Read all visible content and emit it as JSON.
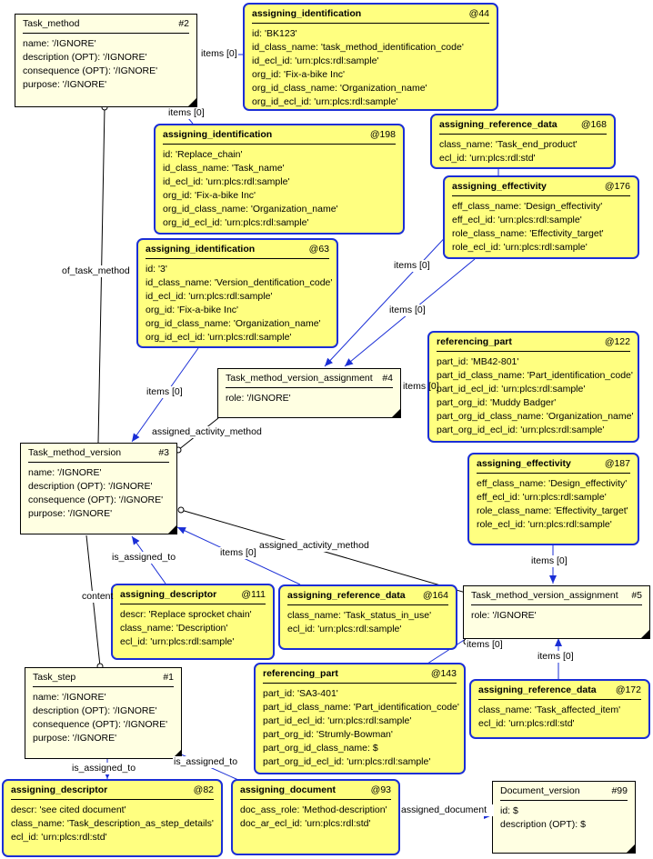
{
  "entities": [
    {
      "key": "tm",
      "name": "Task_method",
      "num": "#2",
      "rows": [
        "name: '/IGNORE'",
        "description (OPT): '/IGNORE'",
        "consequence (OPT): '/IGNORE'",
        "purpose: '/IGNORE'"
      ]
    },
    {
      "key": "tmv",
      "name": "Task_method_version",
      "num": "#3",
      "rows": [
        "name: '/IGNORE'",
        "description (OPT): '/IGNORE'",
        "consequence (OPT): '/IGNORE'",
        "purpose: '/IGNORE'"
      ]
    },
    {
      "key": "tmva4",
      "name": "Task_method_version_assignment",
      "num": "#4",
      "rows": [
        "role: '/IGNORE'"
      ]
    },
    {
      "key": "tmva5",
      "name": "Task_method_version_assignment",
      "num": "#5",
      "rows": [
        "role: '/IGNORE'"
      ]
    },
    {
      "key": "ts",
      "name": "Task_step",
      "num": "#1",
      "rows": [
        "name: '/IGNORE'",
        "description (OPT): '/IGNORE'",
        "consequence (OPT): '/IGNORE'",
        "purpose: '/IGNORE'"
      ]
    },
    {
      "key": "dv",
      "name": "Document_version",
      "num": "#99",
      "rows": [
        "id: $",
        "description (OPT): $"
      ]
    }
  ],
  "instances": [
    {
      "key": "ai44",
      "name": "assigning_identification",
      "num": "@44",
      "rows": [
        "id: 'BK123'",
        "id_class_name: 'task_method_identification_code'",
        "id_ecl_id: 'urn:plcs:rdl:sample'",
        "org_id: 'Fix-a-bike Inc'",
        "org_id_class_name: 'Organization_name'",
        "org_id_ecl_id: 'urn:plcs:rdl:sample'"
      ]
    },
    {
      "key": "ard168",
      "name": "assigning_reference_data",
      "num": "@168",
      "rows": [
        "class_name: 'Task_end_product'",
        "ecl_id: 'urn:plcs:rdl:std'"
      ]
    },
    {
      "key": "ai198",
      "name": "assigning_identification",
      "num": "@198",
      "rows": [
        "id: 'Replace_chain'",
        "id_class_name: 'Task_name'",
        "id_ecl_id: 'urn:plcs:rdl:sample'",
        "org_id: 'Fix-a-bike Inc'",
        "org_id_class_name: 'Organization_name'",
        "org_id_ecl_id: 'urn:plcs:rdl:sample'"
      ]
    },
    {
      "key": "ae176",
      "name": "assigning_effectivity",
      "num": "@176",
      "rows": [
        "eff_class_name: 'Design_effectivity'",
        "eff_ecl_id: 'urn:plcs:rdl:sample'",
        "role_class_name: 'Effectivity_target'",
        "role_ecl_id: 'urn:plcs:rdl:sample'"
      ]
    },
    {
      "key": "ai63",
      "name": "assigning_identification",
      "num": "@63",
      "rows": [
        "id: '3'",
        "id_class_name: 'Version_dentification_code'",
        "id_ecl_id: 'urn:plcs:rdl:sample'",
        "org_id: 'Fix-a-bike Inc'",
        "org_id_class_name: 'Organization_name'",
        "org_id_ecl_id: 'urn:plcs:rdl:sample'"
      ]
    },
    {
      "key": "rp122",
      "name": "referencing_part",
      "num": "@122",
      "rows": [
        "part_id: 'MB42-801'",
        "part_id_class_name: 'Part_identification_code'",
        "part_id_ecl_id: 'urn:plcs:rdl:sample'",
        "part_org_id: 'Muddy Badger'",
        "part_org_id_class_name: 'Organization_name'",
        "part_org_id_ecl_id: 'urn:plcs:rdl:sample'"
      ]
    },
    {
      "key": "ae187",
      "name": "assigning_effectivity",
      "num": "@187",
      "rows": [
        "eff_class_name: 'Design_effectivity'",
        "eff_ecl_id: 'urn:plcs:rdl:sample'",
        "role_class_name: 'Effectivity_target'",
        "role_ecl_id: 'urn:plcs:rdl:sample'"
      ]
    },
    {
      "key": "ad111",
      "name": "assigning_descriptor",
      "num": "@111",
      "rows": [
        "descr: 'Replace sprocket chain'",
        "class_name: 'Description'",
        "ecl_id: 'urn:plcs:rdl:sample'"
      ]
    },
    {
      "key": "ard164",
      "name": "assigning_reference_data",
      "num": "@164",
      "rows": [
        "class_name: 'Task_status_in_use'",
        "ecl_id: 'urn:plcs:rdl:sample'"
      ]
    },
    {
      "key": "rp143",
      "name": "referencing_part",
      "num": "@143",
      "rows": [
        "part_id: 'SA3-401'",
        "part_id_class_name: 'Part_identification_code'",
        "part_id_ecl_id: 'urn:plcs:rdl:sample'",
        "part_org_id: 'Strumly-Bowman'",
        "part_org_id_class_name: $",
        "part_org_id_ecl_id: 'urn:plcs:rdl:sample'"
      ]
    },
    {
      "key": "ard172",
      "name": "assigning_reference_data",
      "num": "@172",
      "rows": [
        "class_name: 'Task_affected_item'",
        "ecl_id: 'urn:plcs:rdl:std'"
      ]
    },
    {
      "key": "ad82",
      "name": "assigning_descriptor",
      "num": "@82",
      "rows": [
        "descr: 'see cited document'",
        "class_name: 'Task_description_as_step_details'",
        "ecl_id: 'urn:plcs:rdl:std'"
      ]
    },
    {
      "key": "adoc93",
      "name": "assigning_document",
      "num": "@93",
      "rows": [
        "doc_ass_role: 'Method-description'",
        "doc_ar_ecl_id: 'urn:plcs:rdl:std'"
      ]
    }
  ],
  "labels": {
    "items_tm_1": "items [0]",
    "items_tm_2": "items [0]",
    "of_task_method": "of_task_method",
    "items_ae176_a": "items [0]",
    "items_ae176_b": "items [0]",
    "items_ai63": "items [0]",
    "items_rp122": "items [0]",
    "assigned_activity_method_4": "assigned_activity_method",
    "items_ard164": "items [0]",
    "assigned_activity_method_5": "assigned_activity_method",
    "is_assigned_to_111": "is_assigned_to",
    "items_ae187": "items [0]",
    "content": "content",
    "items_rp143": "items [0]",
    "items_ard172": "items [0]",
    "is_assigned_to_82": "is_assigned_to",
    "is_assigned_to_93": "is_assigned_to",
    "assigned_document": "assigned_document"
  }
}
